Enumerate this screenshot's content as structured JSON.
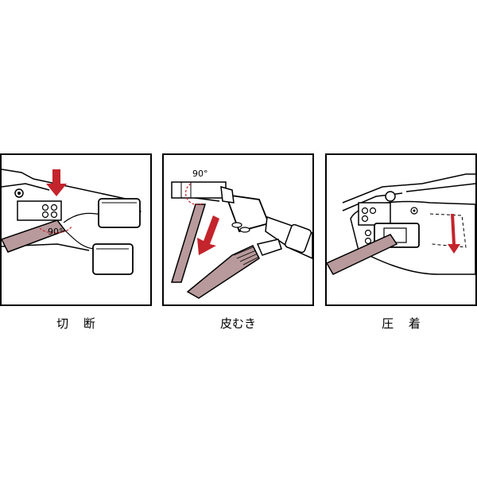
{
  "panels": [
    {
      "caption": "切 断",
      "angle_label": "90°",
      "arrow_icon": "down-arrow-icon"
    },
    {
      "caption": "皮むき",
      "angle_label": "90°",
      "arrow_icon": "down-left-arrow-icon"
    },
    {
      "caption": "圧 着",
      "arrow_icon": "down-arrow-icon"
    }
  ],
  "colors": {
    "arrow": "#c4242c",
    "wire": "#b89a9c",
    "line": "#000000"
  }
}
